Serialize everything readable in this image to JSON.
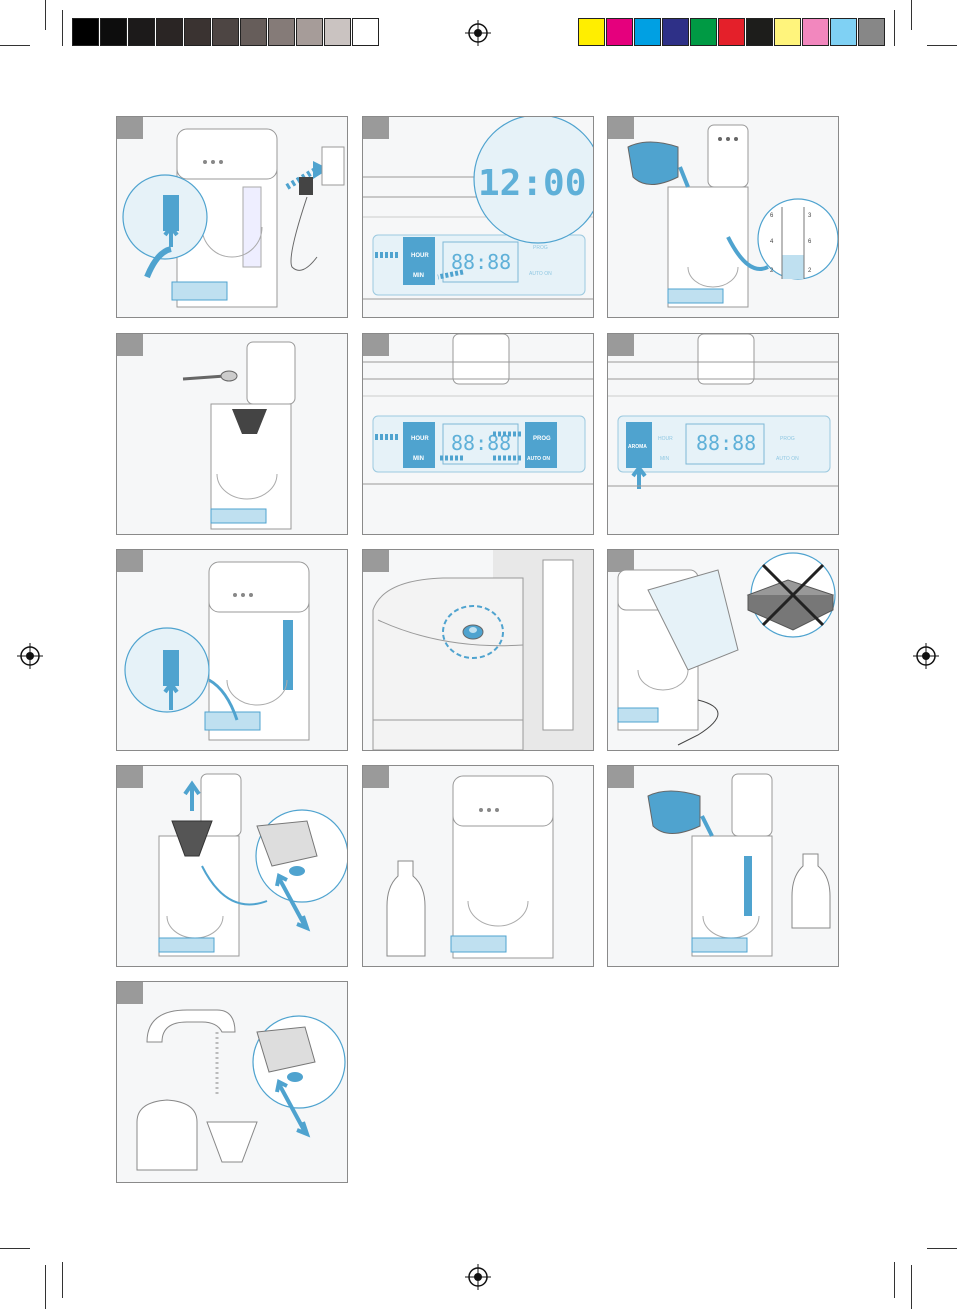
{
  "colors": {
    "accent": "#4fa3cf",
    "accent_light": "#bfe0f0",
    "panel_border": "#8a8a8a",
    "step_badge": "#9a9a9a",
    "grayscale_bar": [
      "#000000",
      "#0d0d0d",
      "#1c1a1a",
      "#2a2524",
      "#3a3331",
      "#4d4543",
      "#665d5a",
      "#857b78",
      "#a69c99",
      "#cac3c1",
      "#ffffff"
    ],
    "color_bar": [
      "#ffee00",
      "#e5007d",
      "#00a0e3",
      "#2e3087",
      "#009a44",
      "#e4202a",
      "#1d1d1b",
      "#fff47c",
      "#f287be",
      "#7fd1f4",
      "#878787"
    ]
  },
  "icons": {
    "registration": "registration-mark-icon",
    "arrow": "blue-arrow-icon",
    "prohibited": "cross-out-icon"
  },
  "displays": {
    "clock_large": "12:00",
    "clock_small": "88:88",
    "buttons": {
      "hour": "HOUR",
      "min": "MIN",
      "prog": "PROG",
      "auto_on": "AUTO ON",
      "aroma": "AROMA"
    },
    "water_scale": {
      "left": [
        "6",
        "4",
        "2"
      ],
      "right": [
        "3",
        "6",
        "2"
      ]
    }
  }
}
